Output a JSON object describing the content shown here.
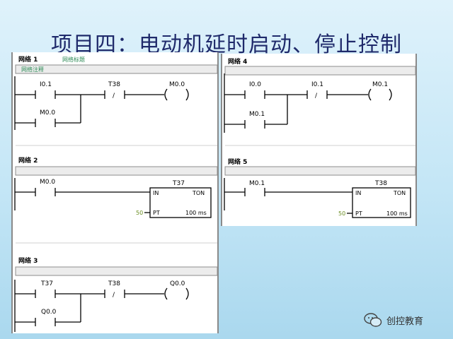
{
  "title": "项目四：电动机延时启动、停止控制",
  "left_networks": [
    {
      "label": "网络 1",
      "title": "网络标题",
      "comment": "网络注释",
      "contacts": [
        "I0.1",
        "T38",
        "M0.0"
      ],
      "coil": "M0.0"
    },
    {
      "label": "网络 2",
      "contact": "M0.0",
      "timer": "T37",
      "box_in": "IN",
      "box_type": "TON",
      "box_pt": "PT",
      "preset": "50",
      "unit": "100 ms"
    },
    {
      "label": "网络 3",
      "contacts": [
        "T37",
        "T38",
        "Q0.0"
      ],
      "coil": "Q0.0"
    }
  ],
  "right_networks": [
    {
      "label": "网络 4",
      "contacts": [
        "I0.0",
        "I0.1",
        "M0.1"
      ],
      "coil": "M0.1"
    },
    {
      "label": "网络 5",
      "contact": "M0.1",
      "timer": "T38",
      "box_in": "IN",
      "box_type": "TON",
      "box_pt": "PT",
      "preset": "50",
      "unit": "100 ms"
    }
  ],
  "watermark": {
    "text": "创控教育",
    "icon": "wechat-icon"
  }
}
